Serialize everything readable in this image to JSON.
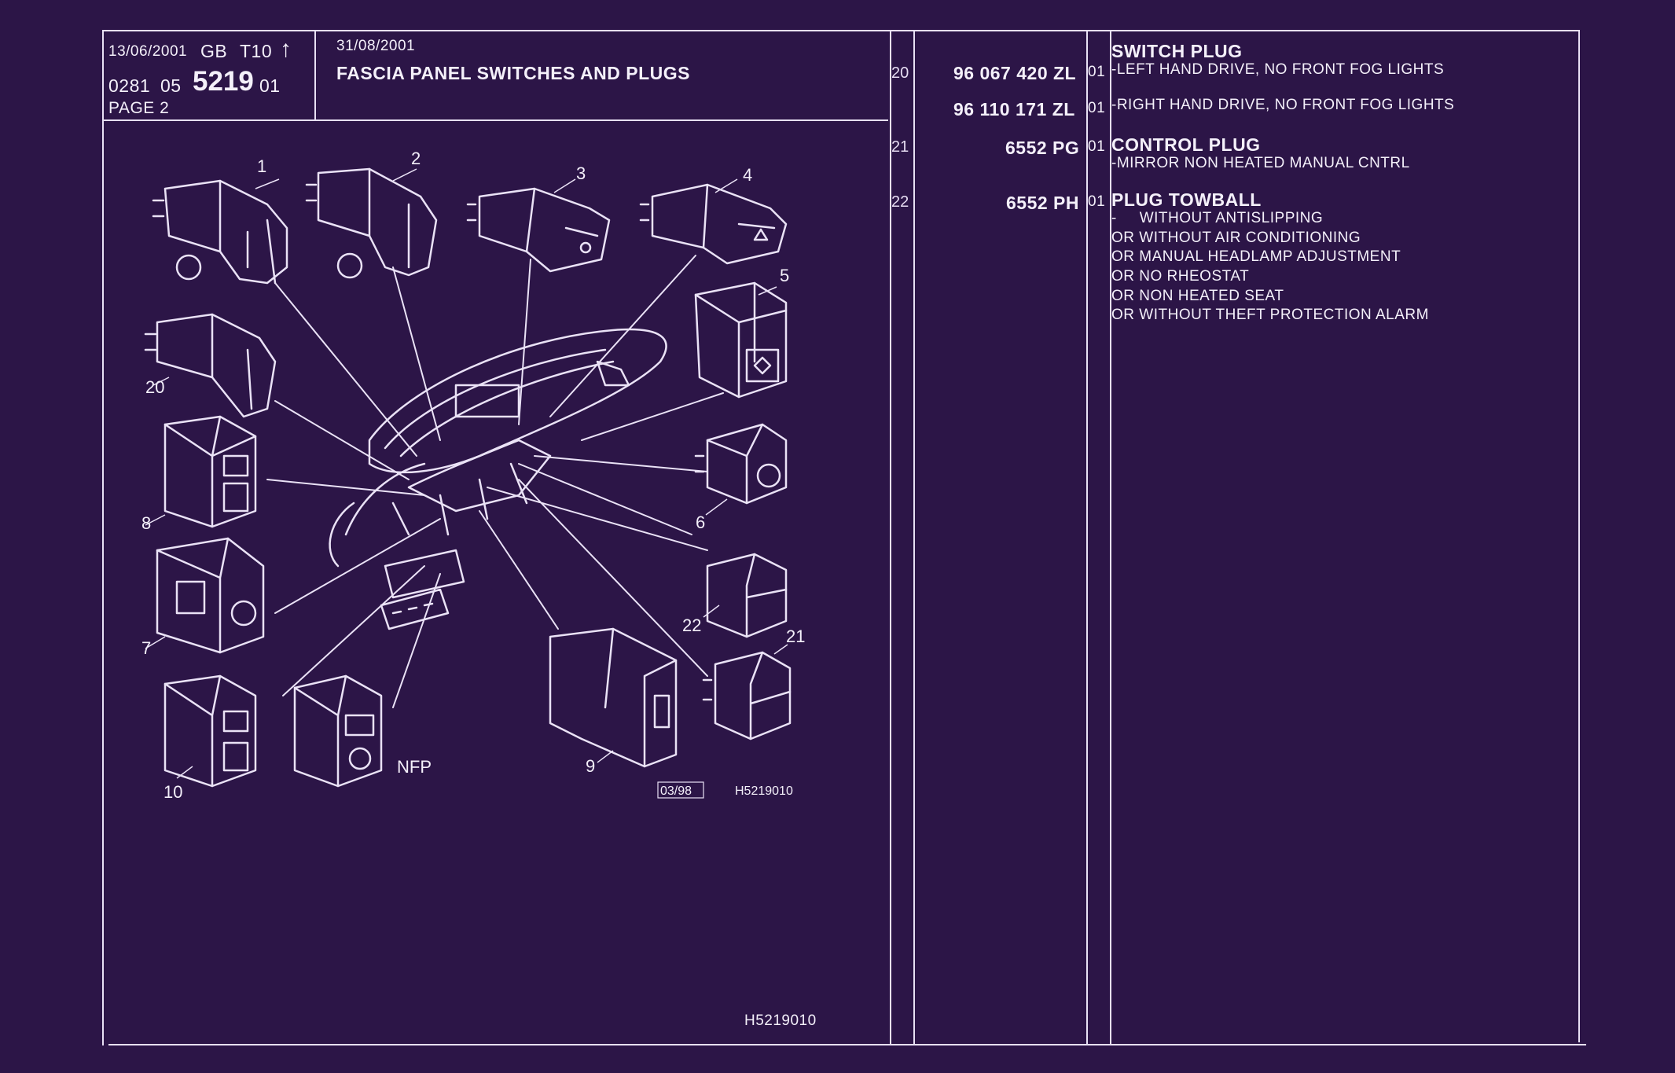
{
  "header": {
    "date_left": "13/06/2001",
    "country": "GB",
    "model": "T10",
    "arrow": "↑",
    "code_a": "0281",
    "code_b": "05",
    "group": "5219",
    "group_suffix": "01",
    "page": "PAGE  2",
    "date_right": "31/08/2001",
    "title": "FASCIA PANEL SWITCHES AND PLUGS"
  },
  "diagram": {
    "callouts": [
      "1",
      "2",
      "3",
      "4",
      "5",
      "20",
      "8",
      "6",
      "7",
      "22",
      "21",
      "10",
      "NFP",
      "9"
    ],
    "date_box": "03/98",
    "ref_inner": "H5219010",
    "ref_bottom": "H5219010"
  },
  "parts": [
    {
      "index": "20",
      "groups": [
        {
          "heading": "SWITCH PLUG",
          "rows": [
            {
              "ref": "96 067 420 ZL",
              "qty": "01",
              "desc": "-LEFT HAND DRIVE, NO FRONT FOG LIGHTS"
            },
            {
              "ref": "96 110 171 ZL",
              "qty": "01",
              "desc": "-RIGHT HAND DRIVE, NO FRONT FOG LIGHTS"
            }
          ]
        }
      ]
    },
    {
      "index": "21",
      "ref": "6552 PG",
      "qty": "01",
      "heading": "CONTROL PLUG",
      "lines": [
        "-MIRROR NON HEATED MANUAL CNTRL"
      ]
    },
    {
      "index": "22",
      "ref": "6552 PH",
      "qty": "01",
      "heading": "PLUG TOWBALL",
      "lines": [
        "-     WITHOUT ANTISLIPPING",
        "OR WITHOUT AIR CONDITIONING",
        "OR MANUAL HEADLAMP ADJUSTMENT",
        "OR NO RHEOSTAT",
        "OR NON HEATED SEAT",
        "OR WITHOUT THEFT PROTECTION ALARM"
      ]
    }
  ],
  "colors": {
    "background": "#2c1547",
    "ink": "#f4f0fa"
  }
}
